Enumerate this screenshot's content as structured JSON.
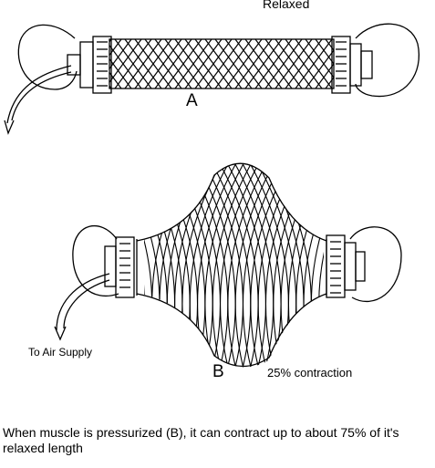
{
  "diagram": {
    "relaxed_label": "Relaxed",
    "muscle_a_label": "A",
    "muscle_b_label": "B",
    "contraction_label": "25% contraction",
    "air_supply_label": "To Air Supply",
    "caption": "When muscle is pressurized (B), it can contract up to about 75% of it's relaxed length"
  },
  "colors": {
    "line": "#000000",
    "background": "#ffffff"
  }
}
